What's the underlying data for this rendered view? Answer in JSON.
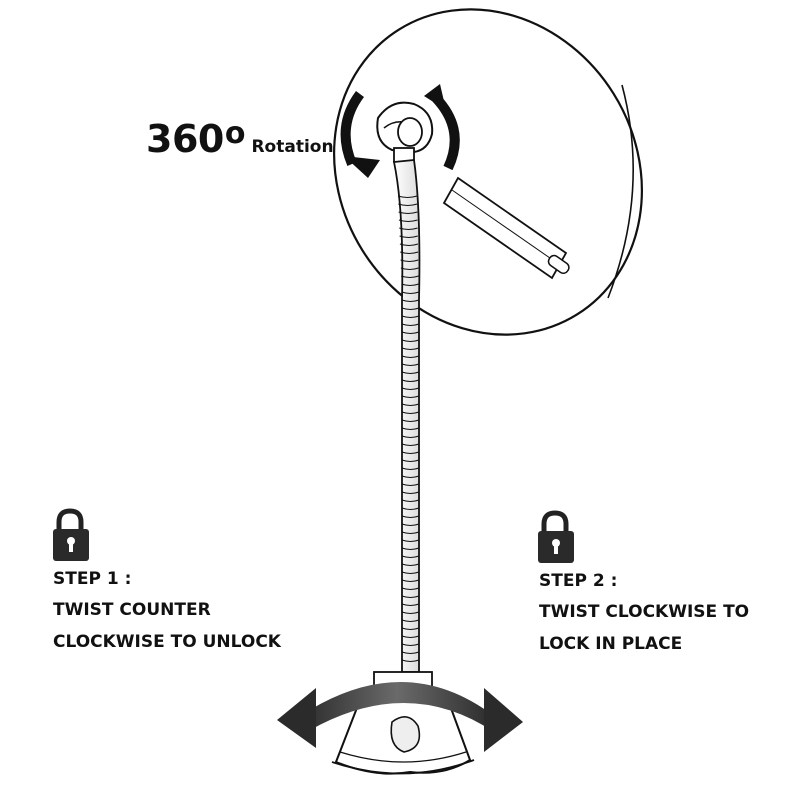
{
  "rotation": {
    "value": "360",
    "degree_symbol": "o",
    "label": "Rotation"
  },
  "step1": {
    "heading": "STEP 1 :",
    "line1": "TWIST COUNTER",
    "line2": "CLOCKWISE TO UNLOCK",
    "icon": "padlock-unlocked-icon"
  },
  "step2": {
    "heading": "STEP 2 :",
    "line1": "TWIST CLOCKWISE TO",
    "line2": "LOCK IN PLACE",
    "icon": "padlock-locked-icon"
  },
  "colors": {
    "line": "#111111",
    "arrow_dark": "#333333",
    "arrow_light": "#9a9a9a",
    "background": "#ffffff"
  }
}
